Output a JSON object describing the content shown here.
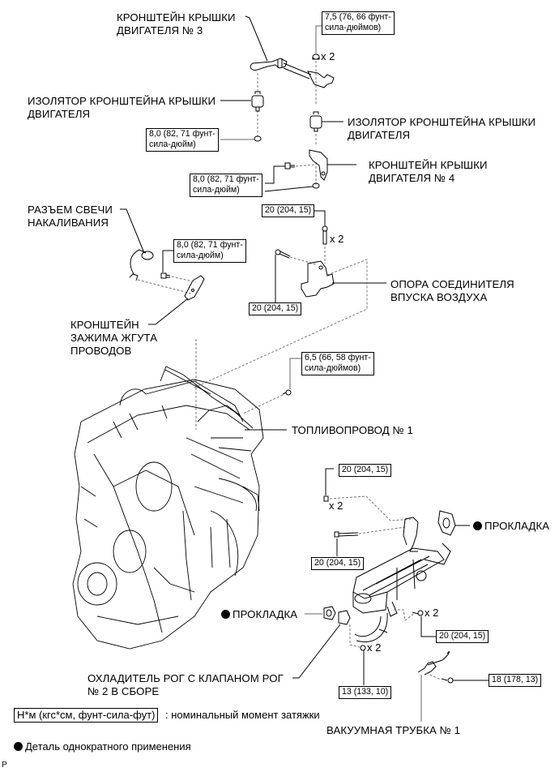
{
  "diagram": {
    "title_hidden": "Engine cover bracket / EGR cooler exploded view",
    "parts": {
      "engine_cover_bracket_3": [
        "КРОНШТЕЙН КРЫШКИ",
        "ДВИГАТЕЛЯ № 3"
      ],
      "isolator_left": [
        "ИЗОЛЯТОР КРОНШТЕЙНА КРЫШКИ",
        "ДВИГАТЕЛЯ"
      ],
      "isolator_right": [
        "ИЗОЛЯТОР КРОНШТЕЙНА КРЫШКИ",
        "ДВИГАТЕЛЯ"
      ],
      "engine_cover_bracket_4": [
        "КРОНШТЕЙН КРЫШКИ",
        "ДВИГАТЕЛЯ № 4"
      ],
      "glow_plug_connector": [
        "РАЗЪЕМ СВЕЧИ",
        "НАКАЛИВАНИЯ"
      ],
      "wire_harness_clamp_bracket": [
        "КРОНШТЕЙН",
        "ЗАЖИМА ЖГУТА",
        "ПРОВОДОВ"
      ],
      "air_intake_connector_support": [
        "ОПОРА СОЕДИНИТЕЛЯ",
        "ВПУСКА ВОЗДУХА"
      ],
      "fuel_pipe_1": [
        "ТОПЛИВОПРОВОД № 1"
      ],
      "gasket_right": "ПРОКЛАДКА",
      "gasket_left": "ПРОКЛАДКА",
      "egr_cooler": [
        "ОХЛАДИТЕЛЬ РОГ С КЛАПАНОМ РОГ",
        "№ 2 В СБОРЕ"
      ],
      "vacuum_tube_1": [
        "ВАКУУМНАЯ ТРУБКА № 1"
      ]
    },
    "torques": {
      "t_7_5": [
        "7,5 (76, 66 фунт-",
        "сила-дюймов)"
      ],
      "t_8_0_a": [
        "8,0 (82, 71 фунт-",
        "сила-дюйм)"
      ],
      "t_8_0_b": [
        "8,0 (82, 71 фунт-",
        "сила-дюйм)"
      ],
      "t_8_0_c": [
        "8,0 (82, 71 фунт-",
        "сила-дюйм)"
      ],
      "t_20_a": [
        "20 (204, 15)"
      ],
      "t_20_b": [
        "20 (204, 15)"
      ],
      "t_6_5": [
        "6,5 (66, 58 фунт-",
        "сила-дюймов)"
      ],
      "t_20_c": [
        "20 (204, 15)"
      ],
      "t_20_d": [
        "20 (204, 15)"
      ],
      "t_20_e": [
        "20 (204, 15)"
      ],
      "t_13": [
        "13 (133, 10)"
      ],
      "t_18": [
        "18 (178, 13)"
      ]
    },
    "multipliers": {
      "m1": "x 2",
      "m2": "x 2",
      "m3": "x 2",
      "m4": "x 2",
      "m5": "x 2"
    },
    "legend": {
      "unit_box": "Н*м (кгс*см, фунт-сила-фут)",
      "unit_desc": ": номинальный момент затяжки",
      "non_reusable": "Деталь однократного применения"
    },
    "corner_mark": "P"
  }
}
